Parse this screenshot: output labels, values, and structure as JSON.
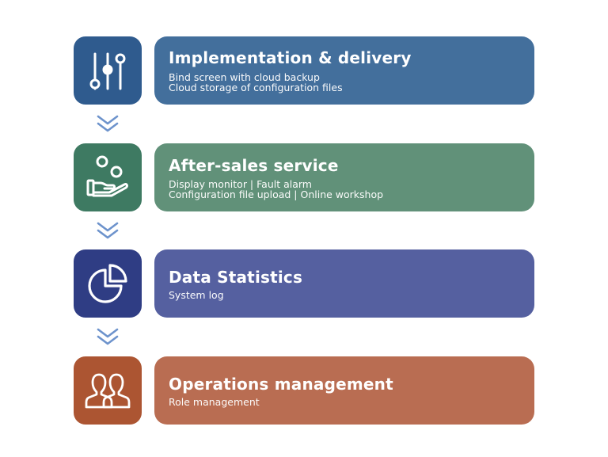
{
  "colors": {
    "step1": "#2F5B8E",
    "step1_card": "#436F9C",
    "step2": "#3E7A62",
    "step2_card": "#619179",
    "step3": "#2F3D84",
    "step3_card": "#5560A0",
    "step4": "#AC5532",
    "step4_card": "#B96D52",
    "chevron": "#6D93CC"
  },
  "steps": [
    {
      "icon": "sliders-icon",
      "title": "Implementation & delivery",
      "lines": [
        "Bind screen with cloud backup",
        "Cloud storage of configuration files"
      ]
    },
    {
      "icon": "hand-service-icon",
      "title": "After-sales service",
      "lines": [
        "Display monitor | Fault alarm",
        "Configuration file upload | Online workshop"
      ]
    },
    {
      "icon": "pie-chart-icon",
      "title": "Data Statistics",
      "lines": [
        "System log"
      ]
    },
    {
      "icon": "users-icon",
      "title": "Operations management",
      "lines": [
        "Role management"
      ]
    }
  ]
}
